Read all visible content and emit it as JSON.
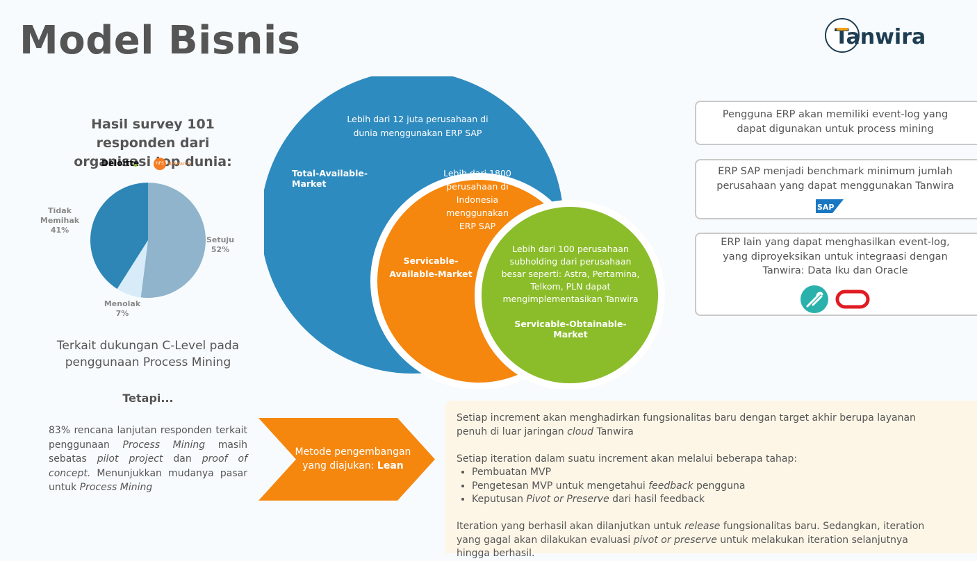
{
  "title": "Model Bisnis",
  "logo_text": "Tanwira",
  "survey": {
    "title": "Hasil survey 101 responden dari organisasi top dunia:",
    "sources": [
      "Deloitte",
      "HFS",
      "Research"
    ],
    "pie": [
      {
        "label": "Setuju",
        "percent_text": "52%",
        "value": 52,
        "color": "#8fb4cc"
      },
      {
        "label": "Menolak",
        "percent_text": "7%",
        "value": 7,
        "color": "#d7ecf8"
      },
      {
        "label": "Tidak Memihak",
        "percent_text": "41%",
        "value": 41,
        "color": "#2d86b5"
      }
    ],
    "caption": "Terkait dukungan C-Level pada penggunaan Process Mining",
    "tetapi": "Tetapi...",
    "note": {
      "t1": "83% rencana lanjutan responden terkait penggunaan ",
      "i1": "Process Mining",
      "t2": " masih sebatas ",
      "i2": "pilot project",
      "t3": " dan ",
      "i3": "proof of concept.",
      "t4": " Menunjukkan mudanya pasar untuk ",
      "i4": "Process Mining"
    }
  },
  "market": {
    "tam": {
      "desc": "Lebih dari 12 juta perusahaan di dunia menggunakan ERP SAP",
      "label": "Total-Available-Market",
      "color": "#2e8bbf"
    },
    "sam": {
      "desc": "Lebih dari 1800 perusahaan di Indonesia menggunakan ERP SAP",
      "label": "Servicable-Available-Market",
      "color": "#f5870f"
    },
    "som": {
      "desc": "Lebih dari 100 perusahaan subholding dari perusahaan besar seperti: Astra, Pertamina, Telkom, PLN dapat mengimplementasikan Tanwira",
      "label": "Servicable-Obtainable-Market",
      "color": "#8bbd2a"
    }
  },
  "method": {
    "text": "Metode pengembangan yang diajukan: ",
    "bold": "Lean",
    "color": "#f5870f"
  },
  "right_boxes": [
    {
      "text": "Pengguna ERP akan memiliki event-log yang dapat digunakan untuk process mining"
    },
    {
      "text": "ERP SAP menjadi benchmark  minimum jumlah perusahaan yang dapat  menggunakan Tanwira",
      "logo": "SAP"
    },
    {
      "text": "ERP lain yang dapat menghasilkan event-log, yang diproyeksikan untuk integraasi dengan Tanwira: Data Iku dan Oracle"
    }
  ],
  "bottom": {
    "p1a": "Setiap increment akan menghadirkan fungsionalitas baru dengan target akhir berupa layanan penuh di luar jaringan ",
    "p1i": "cloud",
    "p1b": " Tanwira",
    "p2": "Setiap iteration dalam suatu increment akan melalui beberapa tahap:",
    "b1": "Pembuatan MVP",
    "b2a": "Pengetesan MVP untuk mengetahui ",
    "b2i": "feedback",
    "b2b": " pengguna",
    "b3a": "Keputusan ",
    "b3i": "Pivot or Preserve",
    "b3b": " dari hasil feedback",
    "p3a": "Iteration yang berhasil akan dilanjutkan untuk ",
    "p3i1": "release",
    "p3b": " fungsionalitas baru. Sedangkan, iteration yang gagal akan dilakukan evaluasi ",
    "p3i2": "pivot or preserve",
    "p3c": " untuk melakukan iteration selanjutnya hingga berhasil."
  }
}
